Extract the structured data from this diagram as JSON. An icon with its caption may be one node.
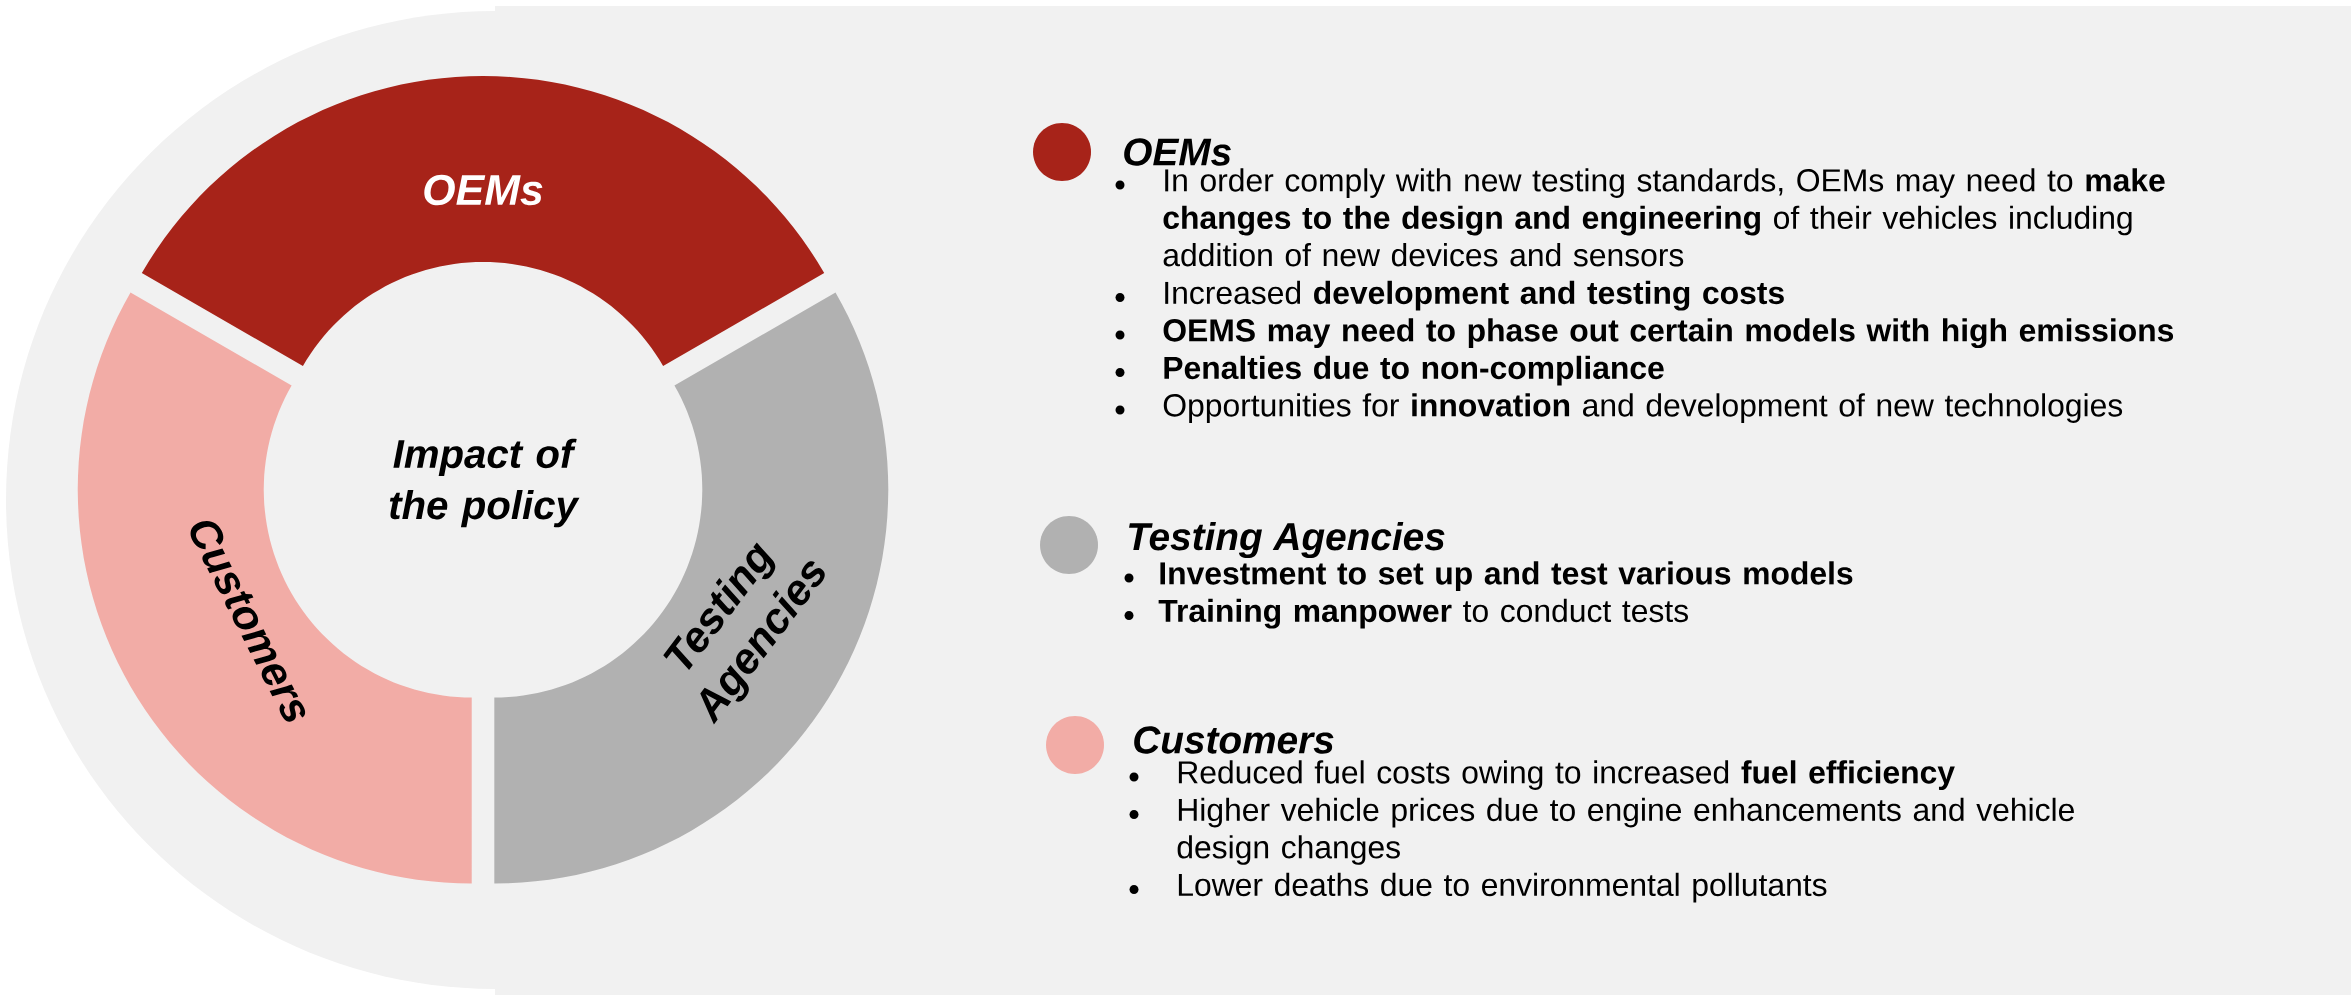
{
  "diagram": {
    "nodes": [
      {
        "text": [
          "Impact of the policy"
        ]
      },
      {
        "text": [
          "OEMs"
        ]
      },
      {
        "text": [
          "Testing Agencies"
        ]
      },
      {
        "text": [
          "Customers"
        ]
      }
    ],
    "labels": [
      "In order comply with new testing standards, OEMs may need to **make changes to the design and engineering** of their vehicles including addition of new devices and sensors",
      "Increased **development and testing costs**",
      "**OEMS may need to phase out certain models with high emissions**",
      "**Penalties due to non-compliance**",
      "Opportunities for **innovation** and development of new technologies",
      "**Investment to set up and test various models**",
      "**Training manpower** to conduct tests",
      "Reduced fuel costs owing to increased **fuel efficiency**",
      "Higher vehicle prices due to engine enhancements and vehicle design changes",
      "Lower deaths due to environmental pollutants"
    ],
    "legend": [
      {
        "text": "OEMs",
        "color": "#a72319"
      },
      {
        "text": "Testing Agencies",
        "color": "#b1b1b1"
      },
      {
        "text": "Customers",
        "color": "#f2aca6"
      }
    ]
  }
}
